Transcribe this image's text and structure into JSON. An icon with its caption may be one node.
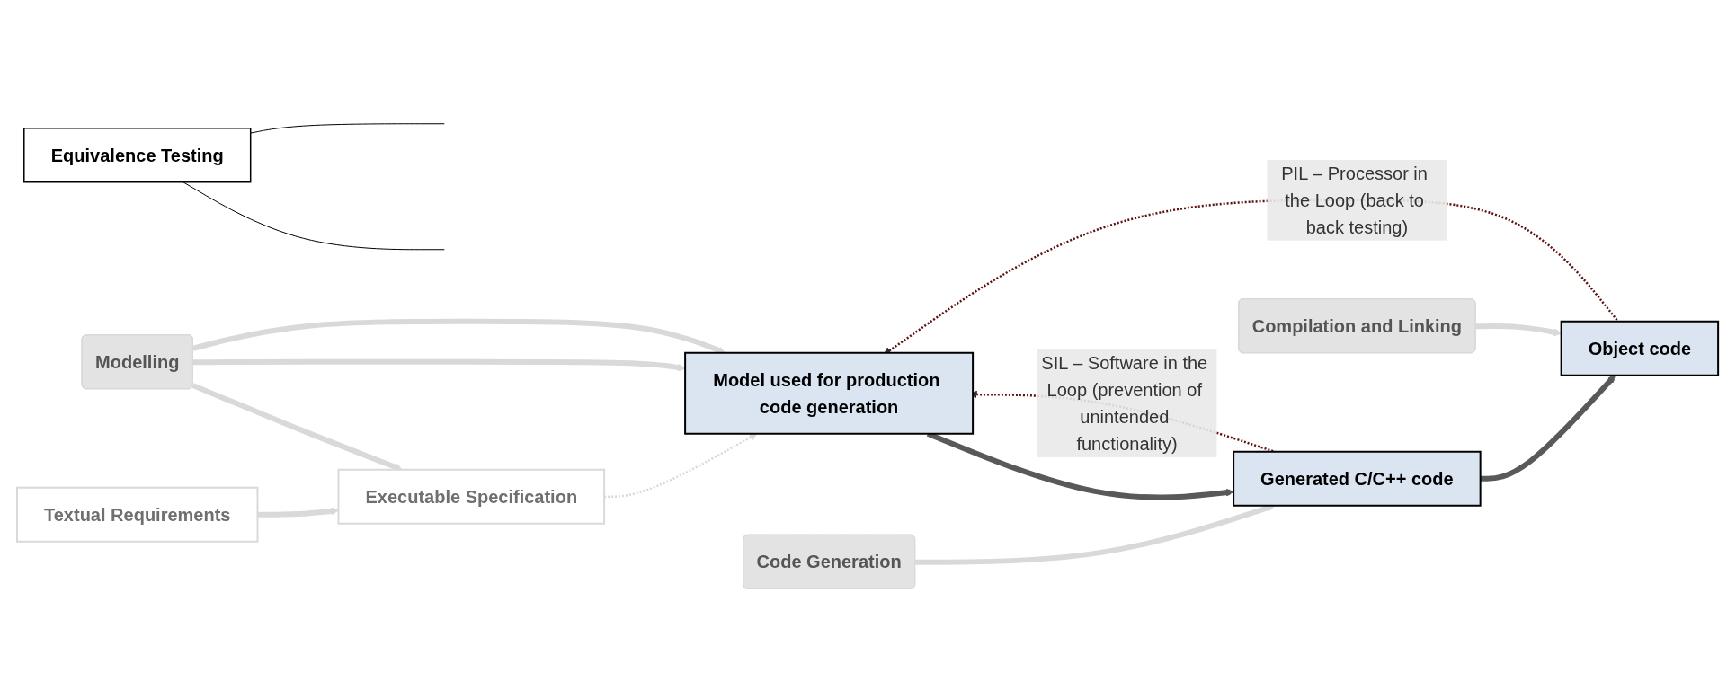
{
  "diagram": {
    "nodes": [
      {
        "text": [
          "Equivalence Testing"
        ]
      },
      {
        "text": [
          "Textual Requirements"
        ]
      },
      {
        "text": [
          "Executable Specification"
        ]
      },
      {
        "text": [
          "Model used for production code generation"
        ]
      },
      {
        "text": [
          "Generated C/C++ code"
        ]
      },
      {
        "text": [
          "Object code"
        ]
      },
      {
        "text": [
          "Modelling"
        ]
      },
      {
        "text": [
          "Code Generation"
        ]
      },
      {
        "text": [
          "Compilation and Linking"
        ]
      }
    ],
    "edges": [
      {
        "from": 1,
        "to": 2,
        "arrow": "to"
      },
      {
        "from": 2,
        "to": 3,
        "arrow": "to",
        "style": "dashed"
      },
      {
        "from": 3,
        "to": 4,
        "arrow": "to",
        "color": "#595959"
      },
      {
        "from": 4,
        "to": 5,
        "arrow": "to",
        "color": "#595959"
      },
      {
        "from": 6,
        "to": 2,
        "arrow": "to"
      },
      {
        "from": 6,
        "to": 3,
        "arrow": "to"
      },
      {
        "from": 6,
        "to": 3,
        "arrow": "to"
      },
      {
        "from": 7,
        "to": 4,
        "arrow": "to"
      },
      {
        "from": 8,
        "to": 5,
        "arrow": "to"
      },
      {
        "from": 4,
        "to": 3,
        "arrow": "to",
        "style": "dashed",
        "color": "#5c1010",
        "label": "SIL – Software in the Loop (prevention of unintended functionality)"
      },
      {
        "from": 5,
        "to": 3,
        "arrow": "to",
        "style": "dashed",
        "color": "#5c1010",
        "label": "PIL – Processor in the Loop (back to back testing)"
      },
      {
        "from": 0,
        "to": null,
        "arrow": "none",
        "color": "#000000"
      },
      {
        "from": 0,
        "to": null,
        "arrow": "none",
        "color": "#000000"
      }
    ]
  }
}
